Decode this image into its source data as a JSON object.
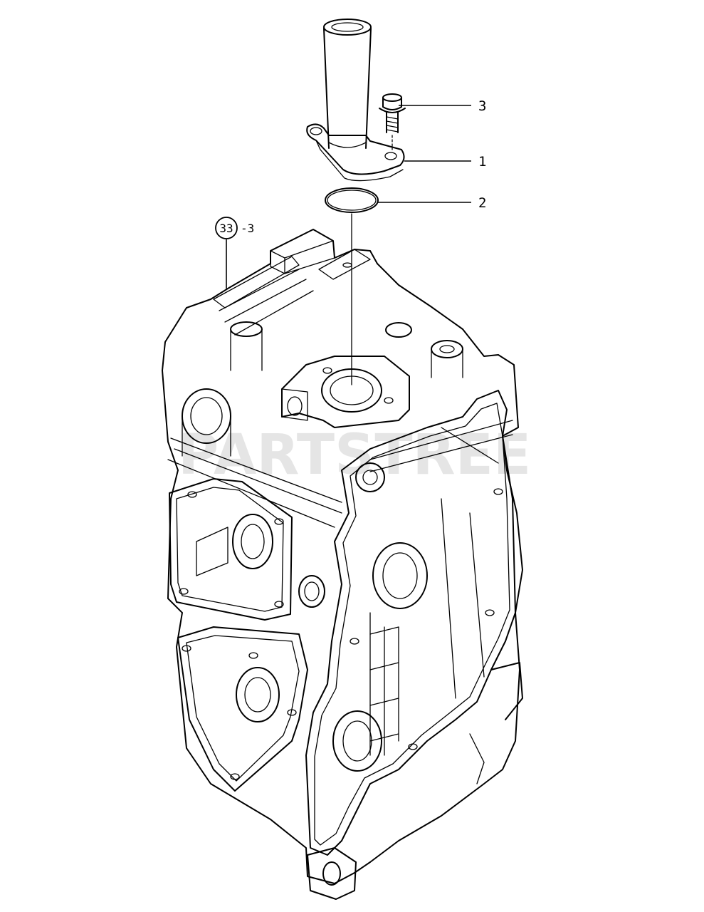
{
  "diagram": {
    "callouts": [
      {
        "id": "3",
        "label": "3"
      },
      {
        "id": "1",
        "label": "1"
      },
      {
        "id": "2",
        "label": "2"
      },
      {
        "id": "ref",
        "circled": "33",
        "suffix": "-3"
      }
    ],
    "watermark": "PARTSTREE"
  }
}
